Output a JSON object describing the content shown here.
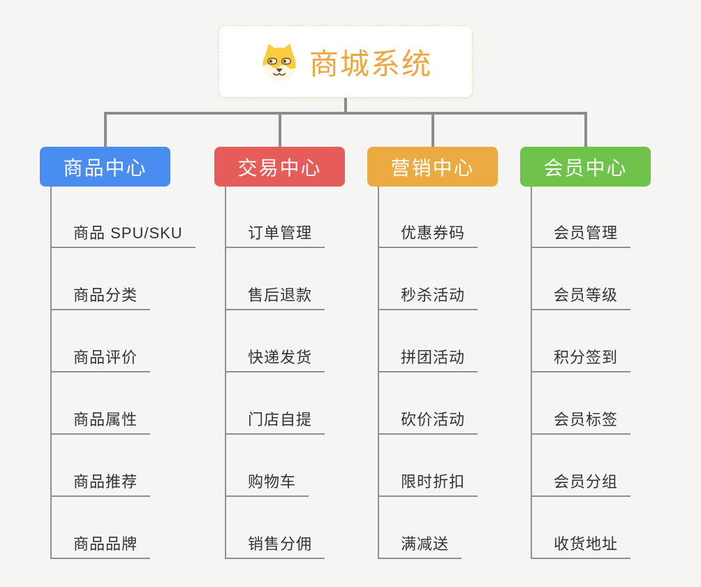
{
  "canvas": {
    "background": "#f5f5f4"
  },
  "root": {
    "title": "商城系统",
    "icon": "dog-face-icon",
    "title_color": "#f0a640",
    "border_color": "#f2d9a9"
  },
  "connectors": {
    "trunk_color": "#8c8c8c",
    "leaf_line_color": "#8f8f8f",
    "leaf_text_color": "#2f3338"
  },
  "branches": [
    {
      "label": "商品中心",
      "color": "#4a8df0",
      "items": [
        "商品 SPU/SKU",
        "商品分类",
        "商品评价",
        "商品属性",
        "商品推荐",
        "商品品牌"
      ]
    },
    {
      "label": "交易中心",
      "color": "#e55c5a",
      "items": [
        "订单管理",
        "售后退款",
        "快递发货",
        "门店自提",
        "购物车",
        "销售分佣"
      ]
    },
    {
      "label": "营销中心",
      "color": "#ecaa42",
      "items": [
        "优惠券码",
        "秒杀活动",
        "拼团活动",
        "砍价活动",
        "限时折扣",
        "满减送"
      ]
    },
    {
      "label": "会员中心",
      "color": "#6fc24a",
      "items": [
        "会员管理",
        "会员等级",
        "积分签到",
        "会员标签",
        "会员分组",
        "收货地址"
      ]
    }
  ]
}
